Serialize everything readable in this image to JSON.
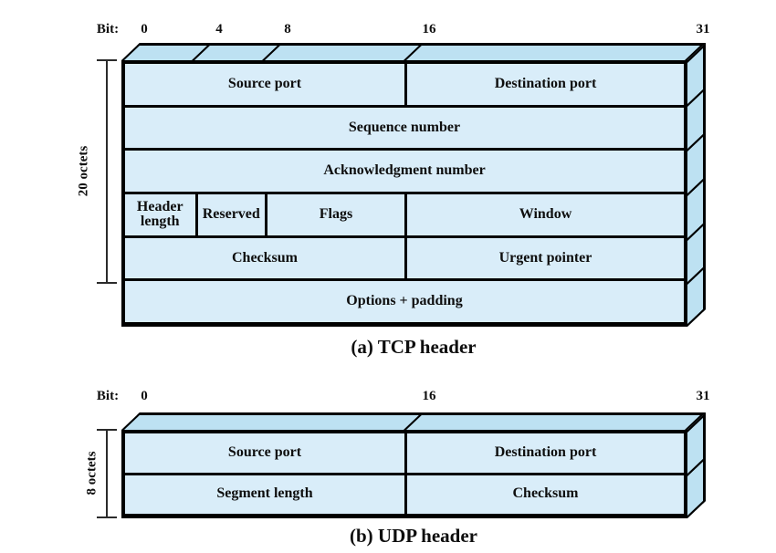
{
  "figure": {
    "colors": {
      "cell_fill": "#d9edf9",
      "face_fill": "#bde1f2",
      "border": "#000000",
      "text": "#0e0e0e"
    },
    "tcp": {
      "bit_axis_label": "Bit:",
      "bit_values": [
        "0",
        "4",
        "8",
        "16",
        "31"
      ],
      "octets_label": "20 octets",
      "caption": "(a) TCP header",
      "rows": [
        {
          "cells": [
            {
              "label": "Source port"
            },
            {
              "label": "Destination port"
            }
          ]
        },
        {
          "cells": [
            {
              "label": "Sequence number"
            }
          ]
        },
        {
          "cells": [
            {
              "label": "Acknowledgment number"
            }
          ]
        },
        {
          "cells": [
            {
              "label": "Header length"
            },
            {
              "label": "Reserved"
            },
            {
              "label": "Flags"
            },
            {
              "label": "Window"
            }
          ]
        },
        {
          "cells": [
            {
              "label": "Checksum"
            },
            {
              "label": "Urgent pointer"
            }
          ]
        },
        {
          "cells": [
            {
              "label": "Options + padding"
            }
          ]
        }
      ]
    },
    "udp": {
      "bit_axis_label": "Bit:",
      "bit_values": [
        "0",
        "16",
        "31"
      ],
      "octets_label": "8 octets",
      "caption": "(b) UDP header",
      "rows": [
        {
          "cells": [
            {
              "label": "Source port"
            },
            {
              "label": "Destination port"
            }
          ]
        },
        {
          "cells": [
            {
              "label": "Segment length"
            },
            {
              "label": "Checksum"
            }
          ]
        }
      ]
    }
  }
}
